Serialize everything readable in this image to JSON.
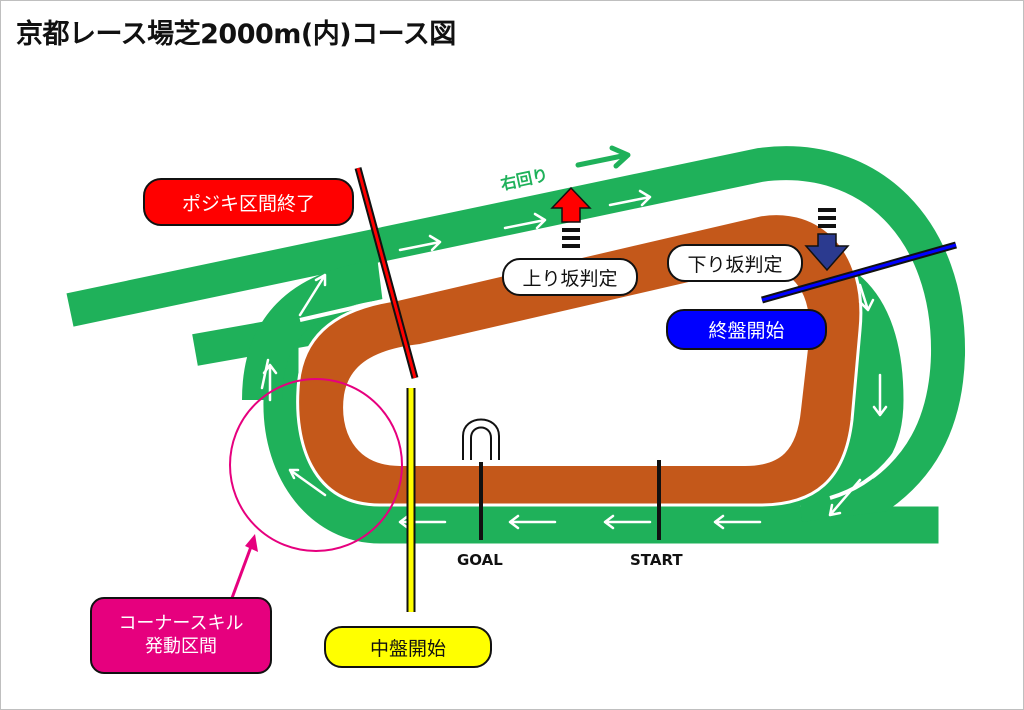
{
  "title": "京都レース場芝2000m(内)コース図",
  "direction_label": "右回り",
  "markers": {
    "goal": "GOAL",
    "start": "START"
  },
  "labels": {
    "pozijiki_end": "ポジキ区間終了",
    "uphill": "上り坂判定",
    "downhill": "下り坂判定",
    "final_stage": "終盤開始",
    "middle_stage": "中盤開始",
    "corner_skill_line1": "コーナースキル",
    "corner_skill_line2": "発動区間"
  },
  "colors": {
    "turf": "#1fb15a",
    "inner_track": "#c4581a",
    "pozijiki": "#ff0000",
    "final_stage": "#0000ff",
    "middle_stage": "#ffff00",
    "corner_skill": "#e6007e",
    "uphill_arrow": "#ff0000",
    "downhill_arrow": "#2b3a8f"
  }
}
